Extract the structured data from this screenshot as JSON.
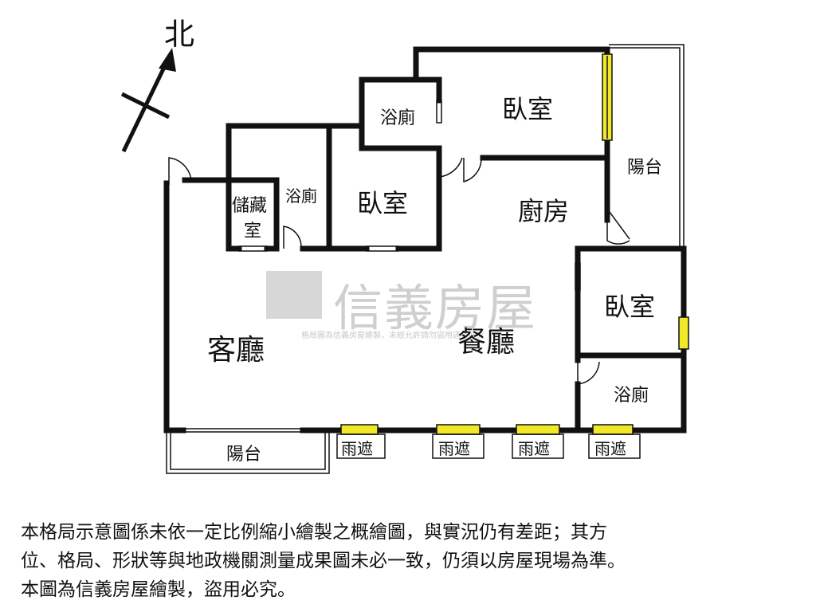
{
  "compass": {
    "label": "北"
  },
  "watermark": {
    "brand": "信義房屋",
    "small_text": "格局圖為信義房屋繪製，未經允許請勿盜用違者必究"
  },
  "rooms": {
    "storage": "儲藏",
    "storage_2": "室",
    "bath_left": "浴廁",
    "bedroom_mid": "臥室",
    "bath_top": "浴廁",
    "bedroom_top": "臥室",
    "balcony_right": "陽台",
    "kitchen": "廚房",
    "living": "客廳",
    "dining": "餐廳",
    "bedroom_right": "臥室",
    "bath_right": "浴廁",
    "balcony_bottom": "陽台"
  },
  "rain_covers": [
    "雨遮",
    "雨遮",
    "雨遮",
    "雨遮"
  ],
  "notice": {
    "line1": "本格局示意圖係未依一定比例縮小繪製之概繪圖，與實況仍有差距；其方",
    "line2": "位、格局、形狀等與地政機關測量成果圖未必一致，仍須以房屋現場為準。",
    "line3": "本圖為信義房屋繪製，盜用必究。"
  },
  "colors": {
    "wall": "#111111",
    "window": "#f2e82a",
    "watermark": "#cfcfcf"
  }
}
